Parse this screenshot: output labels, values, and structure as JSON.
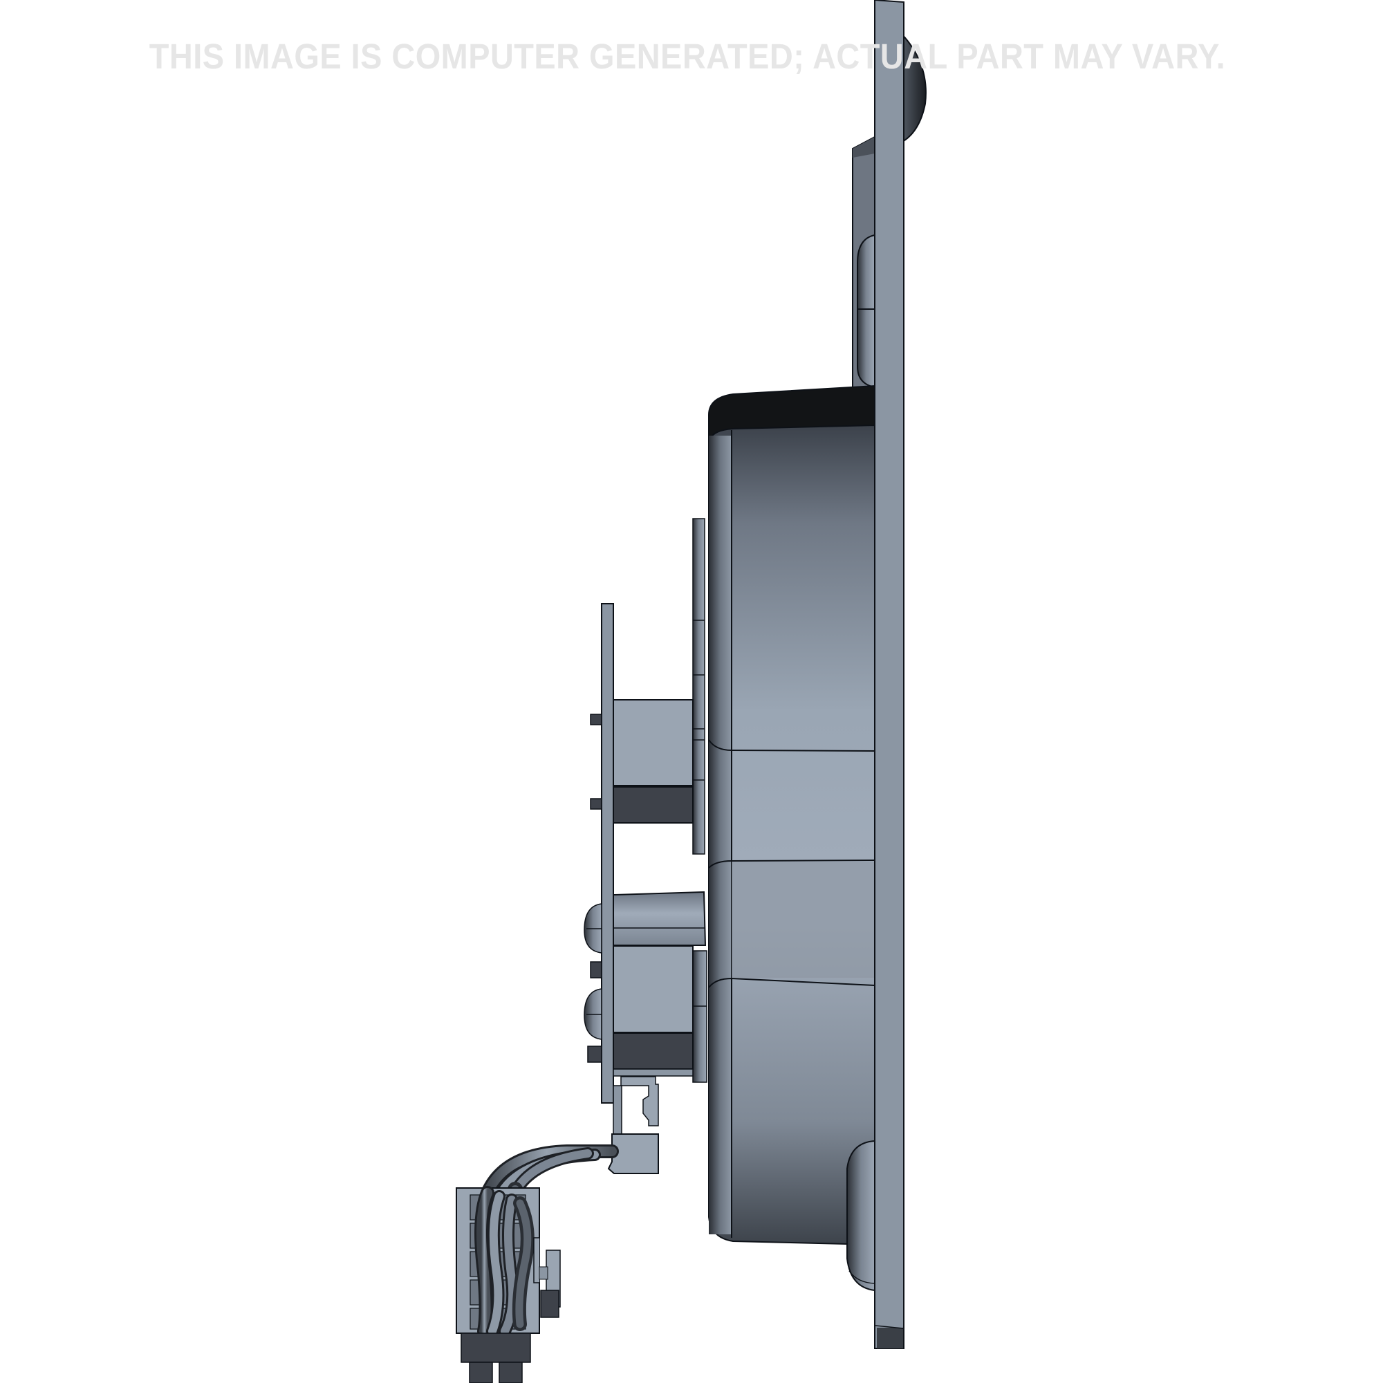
{
  "watermark": {
    "text": "THIS IMAGE IS COMPUTER GENERATED; ACTUAL PART MAY VARY."
  },
  "render": {
    "view": "side-view",
    "background": "#ffffff",
    "colors": {
      "part_light": "#9aa6b4",
      "part_mid": "#8b96a3",
      "part_dark": "#3e424a",
      "part_shadow": "#121416",
      "edge": "#0d1117"
    },
    "components": [
      "mounting-plate",
      "housing-body",
      "top-boss",
      "bottom-boss",
      "circuit-board",
      "standoffs",
      "screw-heads",
      "wire-harness",
      "connector-plug"
    ]
  }
}
